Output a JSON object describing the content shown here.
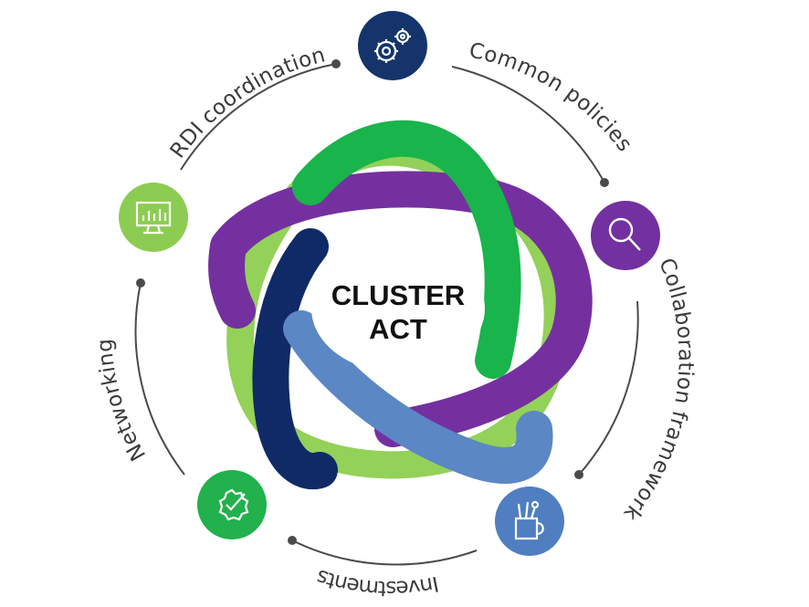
{
  "diagram": {
    "center": {
      "line1": "CLUSTER",
      "line2": "ACT"
    },
    "nodes": [
      {
        "label": "Common policies",
        "icon": "gears-icon",
        "color": "#14346b"
      },
      {
        "label": "Collaboration framework",
        "icon": "magnifier-icon",
        "color": "#7230a0"
      },
      {
        "label": "Investments",
        "icon": "pen-holder-icon",
        "color": "#4f7fc0"
      },
      {
        "label": "Networking",
        "icon": "gear-check-icon",
        "color": "#22b14c"
      },
      {
        "label": "RDI coordination",
        "icon": "monitor-chart-icon",
        "color": "#8dcc52"
      }
    ],
    "ribbon_colors": {
      "green": "#19b44b",
      "light_green": "#93d159",
      "purple": "#7530a0",
      "navy": "#0f2a66",
      "blue": "#5b87c4"
    },
    "arc_color": "#4a4a4a"
  }
}
